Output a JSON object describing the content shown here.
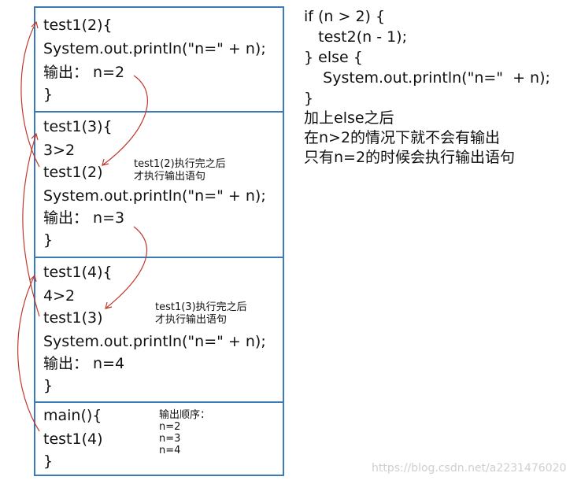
{
  "frames": [
    {
      "lines": [
        "test1(2){",
        "System.out.println(\"n=\" + n);",
        "输出：  n=2",
        "}"
      ]
    },
    {
      "lines": [
        "test1(3){",
        "3>2",
        "test1(2)",
        "System.out.println(\"n=\" + n);",
        "输出：  n=3",
        "}"
      ],
      "note": "test1(2)执行完之后\n才执行输出语句"
    },
    {
      "lines": [
        "test1(4){",
        "4>2",
        "test1(3)",
        "System.out.println(\"n=\" + n);",
        "输出：  n=4",
        "}"
      ],
      "note": "test1(3)执行完之后\n才执行输出语句"
    },
    {
      "lines": [
        "main(){",
        "test1(4)",
        "}"
      ],
      "note": "输出顺序：\nn=2\nn=3\nn=4"
    }
  ],
  "code": [
    "if (n > 2) {",
    "   test2(n - 1);",
    "} else {",
    "    System.out.println(\"n=\"  + n);",
    "}"
  ],
  "explanation": [
    "加上else之后",
    "在n>2的情况下就不会有输出",
    "只有n=2的时候会执行输出语句"
  ],
  "watermark": "https://blog.csdn.net/a2231476020",
  "colors": {
    "border": "#3c79b8",
    "arrow": "#c0392b"
  }
}
